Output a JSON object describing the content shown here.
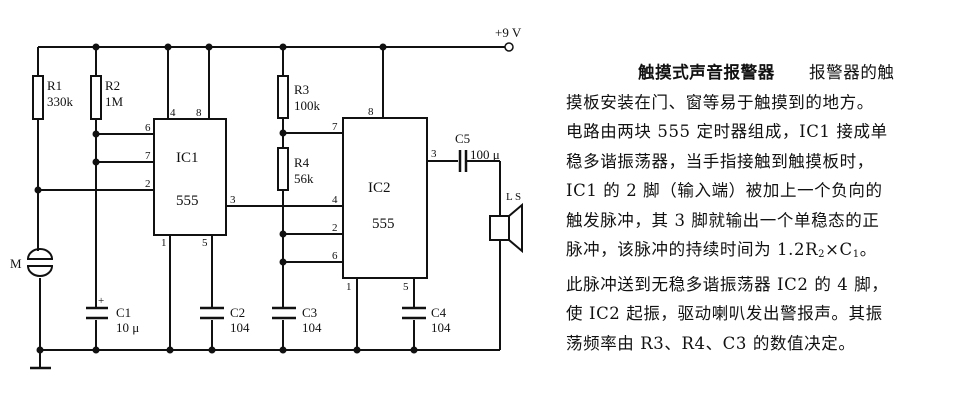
{
  "diagram": {
    "supply_label": "+9 V",
    "components": {
      "R1": {
        "name": "R1",
        "value": "330k"
      },
      "R2": {
        "name": "R2",
        "value": "1M"
      },
      "R3": {
        "name": "R3",
        "value": "100k"
      },
      "R4": {
        "name": "R4",
        "value": "56k"
      },
      "C1": {
        "name": "C1",
        "value": "10 μ"
      },
      "C2": {
        "name": "C2",
        "value": "104"
      },
      "C3": {
        "name": "C3",
        "value": "104"
      },
      "C4": {
        "name": "C4",
        "value": "104"
      },
      "C5": {
        "name": "C5",
        "value": "100 μ"
      },
      "M": {
        "name": "M"
      },
      "speaker": {
        "name": "L S"
      },
      "IC1": {
        "name": "IC1",
        "type": "555",
        "pins": {
          "p4": "4",
          "p8": "8",
          "p6": "6",
          "p7": "7",
          "p2": "2",
          "p3": "3",
          "p1": "1",
          "p5": "5"
        }
      },
      "IC2": {
        "name": "IC2",
        "type": "555",
        "pins": {
          "p8": "8",
          "p7": "7",
          "p3": "3",
          "p4": "4",
          "p2": "2",
          "p6": "6",
          "p1": "1",
          "p5": "5"
        }
      }
    }
  },
  "text": {
    "title": "触摸式声音报警器",
    "lines": [
      "报警器的触",
      "摸板安装在门、窗等易于触摸到的地方。",
      "电路由两块 555 定时器组成，IC1 接成单",
      "稳多谐振荡器，当手指接触到触摸板时，",
      "IC1 的 2 脚（输入端）被加上一个负向的",
      "触发脉冲，其 3 脚就输出一个单稳态的正",
      "脉冲，该脉冲的持续时间为 1.2R",
      "2",
      "×C",
      "1",
      "。",
      "此脉冲送到无稳多谐振荡器 IC2 的 4 脚，",
      "使 IC2 起振，驱动喇叭发出警报声。其振",
      "荡频率由 R3、R4、C3 的数值决定。"
    ]
  }
}
